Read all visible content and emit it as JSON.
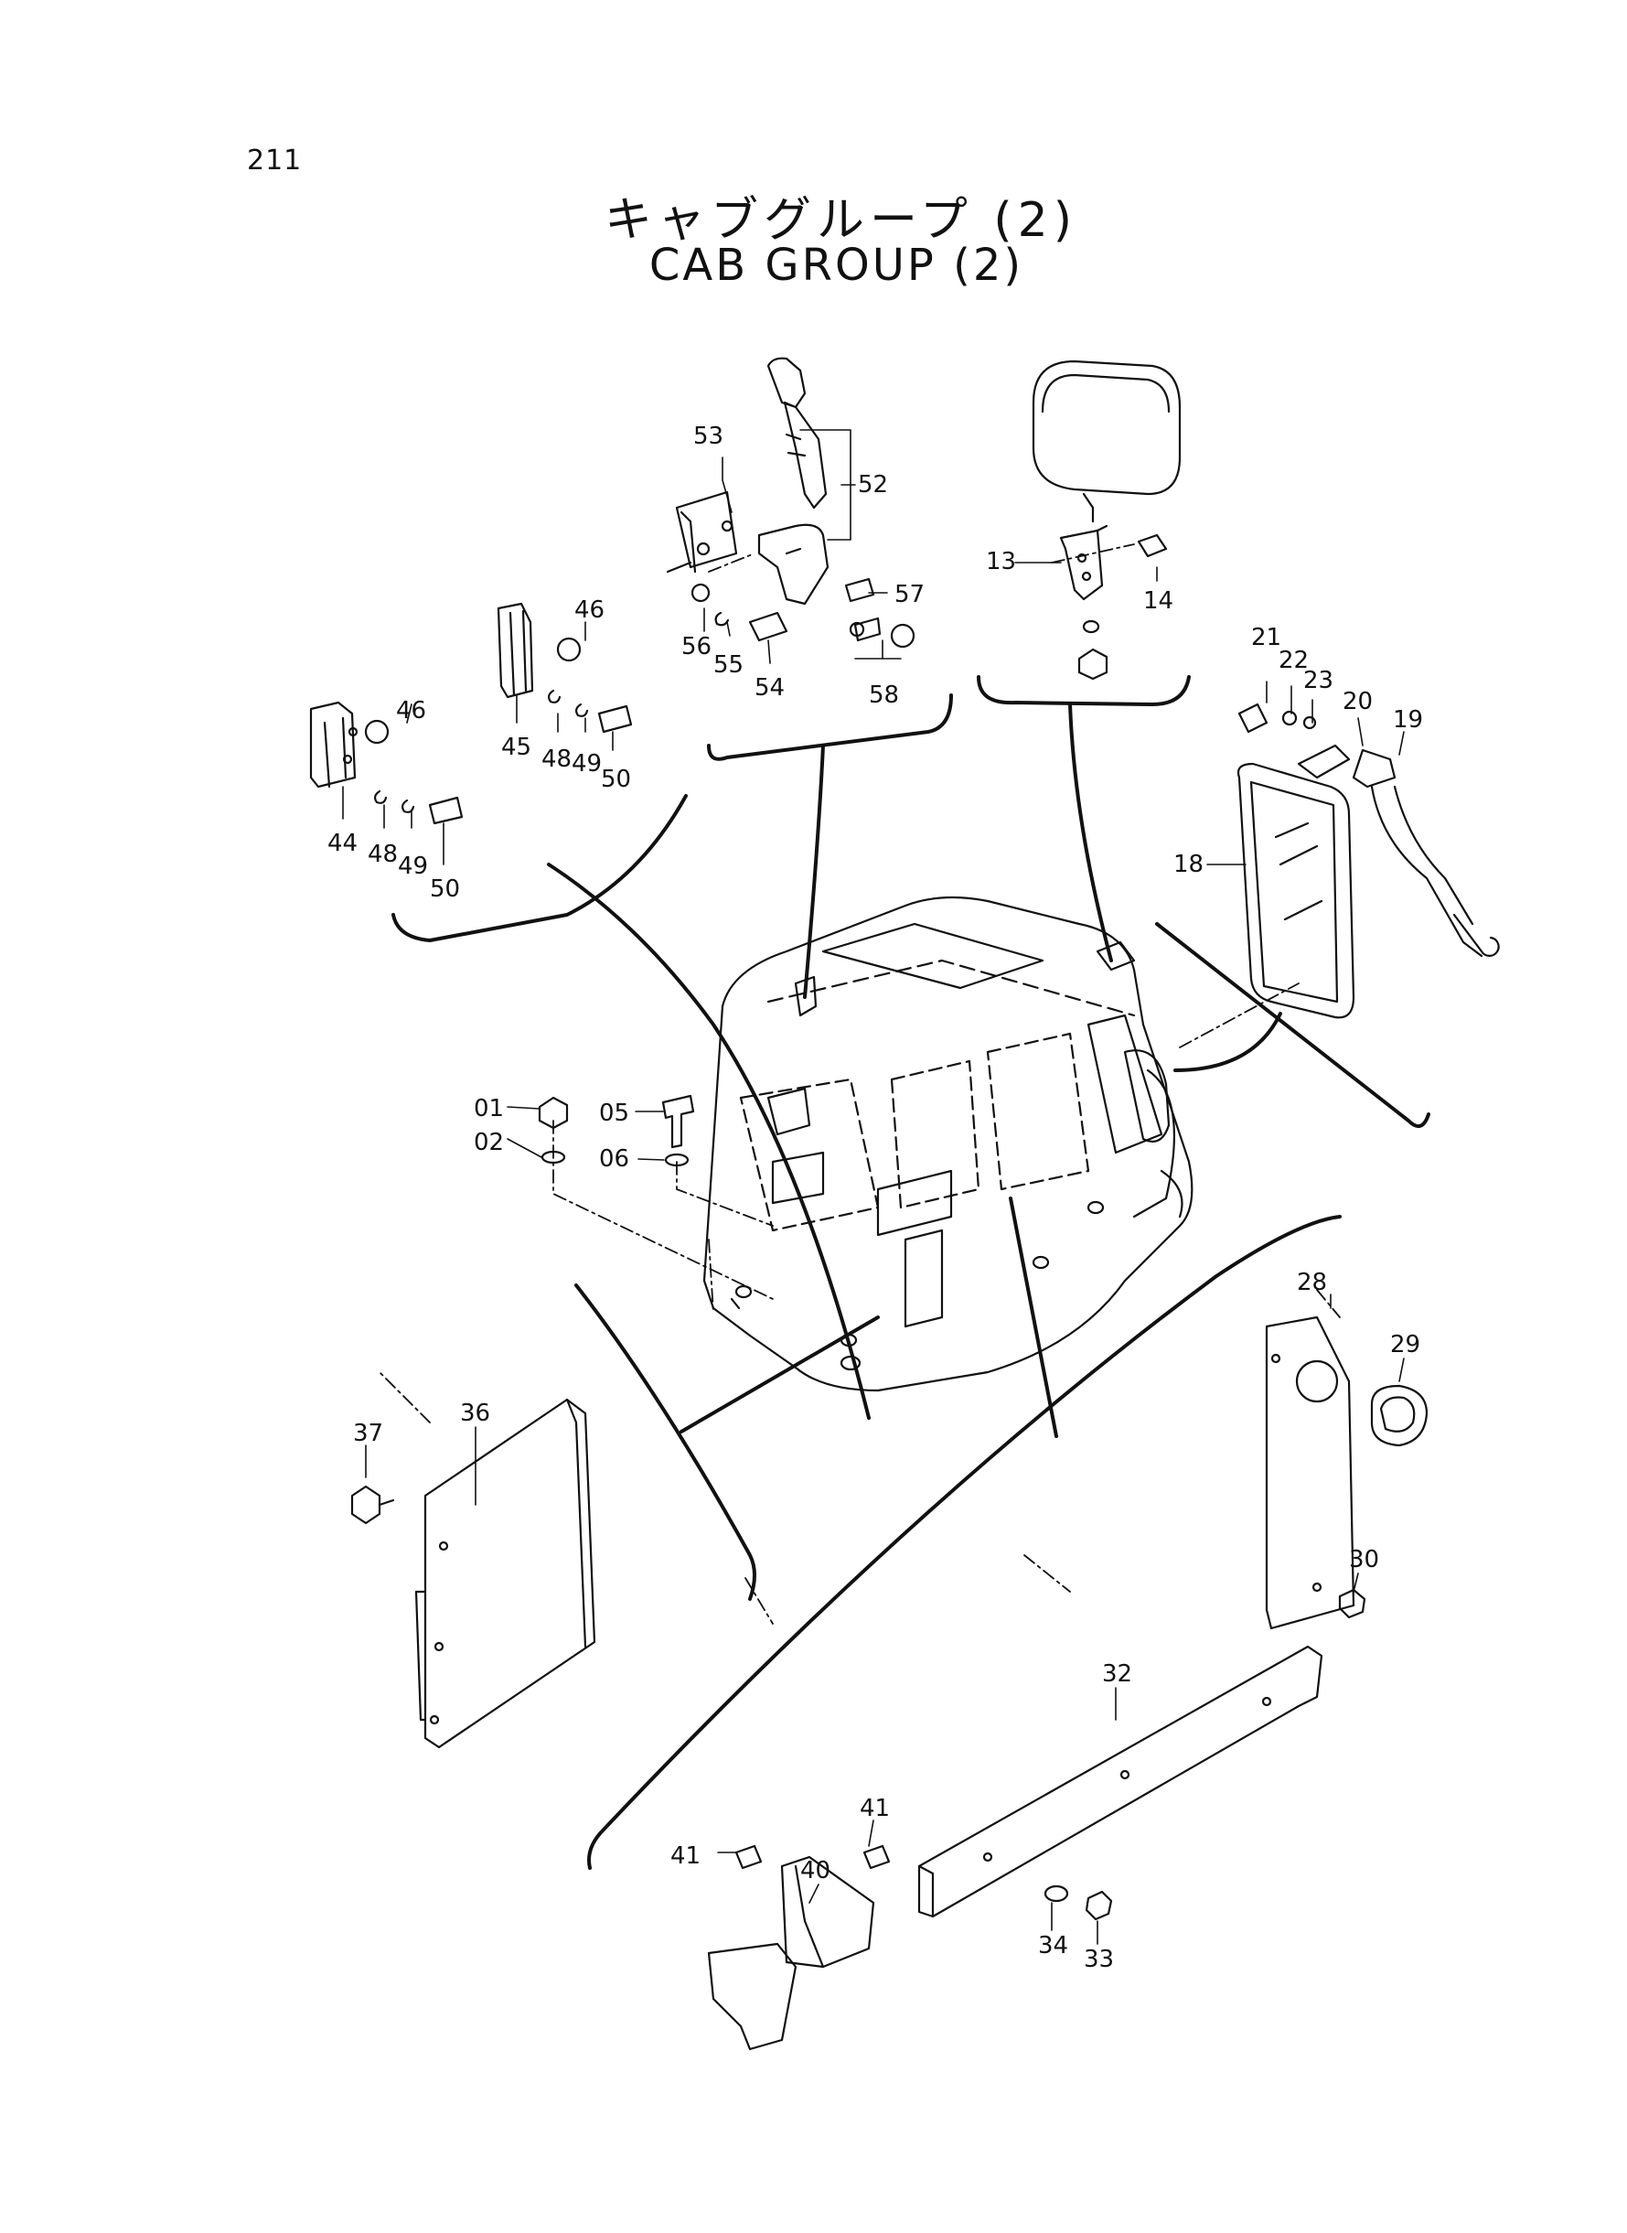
{
  "page_number": "211",
  "title_jp": "キャブグループ (2)",
  "title_en": "CAB GROUP (2)",
  "part_labels": {
    "p01": "01",
    "p02": "02",
    "p05": "05",
    "p06": "06",
    "p13": "13",
    "p14": "14",
    "p18": "18",
    "p19": "19",
    "p20": "20",
    "p21": "21",
    "p22": "22",
    "p23": "23",
    "p28": "28",
    "p29": "29",
    "p30": "30",
    "p32": "32",
    "p33": "33",
    "p34": "34",
    "p36": "36",
    "p37": "37",
    "p40": "40",
    "p41a": "41",
    "p41b": "41",
    "p44": "44",
    "p45": "45",
    "p46a": "46",
    "p46b": "46",
    "p48a": "48",
    "p48b": "48",
    "p49a": "49",
    "p49b": "49",
    "p50a": "50",
    "p50b": "50",
    "p52": "52",
    "p53": "53",
    "p54": "54",
    "p55": "55",
    "p56": "56",
    "p57": "57",
    "p58": "58"
  },
  "colors": {
    "line": "#111111",
    "paper": "#ffffff"
  }
}
